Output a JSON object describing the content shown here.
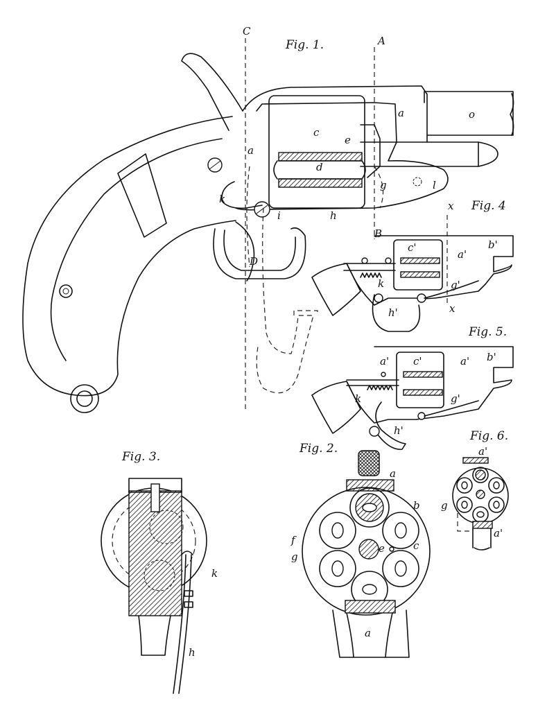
{
  "figures": {
    "fig1": {
      "title": "Fig. 1.",
      "labels": {
        "C": "C",
        "A": "A",
        "B": "B",
        "D": "D",
        "a1": "a",
        "a2": "a",
        "o": "o",
        "c": "c",
        "e": "e",
        "d": "d",
        "g": "g",
        "l": "l",
        "k": "k",
        "i": "i",
        "h": "h"
      }
    },
    "fig2": {
      "title": "Fig. 2.",
      "labels": {
        "a_top": "a",
        "b": "b",
        "f": "f",
        "g": "g",
        "e": "e",
        "c": "c",
        "a_bottom": "a"
      }
    },
    "fig3": {
      "title": "Fig. 3.",
      "labels": {
        "k": "k",
        "h": "h"
      }
    },
    "fig4": {
      "title": "Fig. 4",
      "labels": {
        "x_top": "x",
        "x_bottom": "x",
        "c1": "c'",
        "a1": "a'",
        "b1": "b'",
        "k": "k",
        "g1": "g'",
        "h1": "h'"
      }
    },
    "fig5": {
      "title": "Fig. 5.",
      "labels": {
        "a1_left": "a'",
        "c1": "c'",
        "a1_right": "a'",
        "b1": "b'",
        "k": "k",
        "g1": "g'",
        "h1": "h'"
      }
    },
    "fig6": {
      "title": "Fig. 6.",
      "labels": {
        "a1_top": "a'",
        "g": "g",
        "a1_bottom": "a'"
      }
    }
  }
}
